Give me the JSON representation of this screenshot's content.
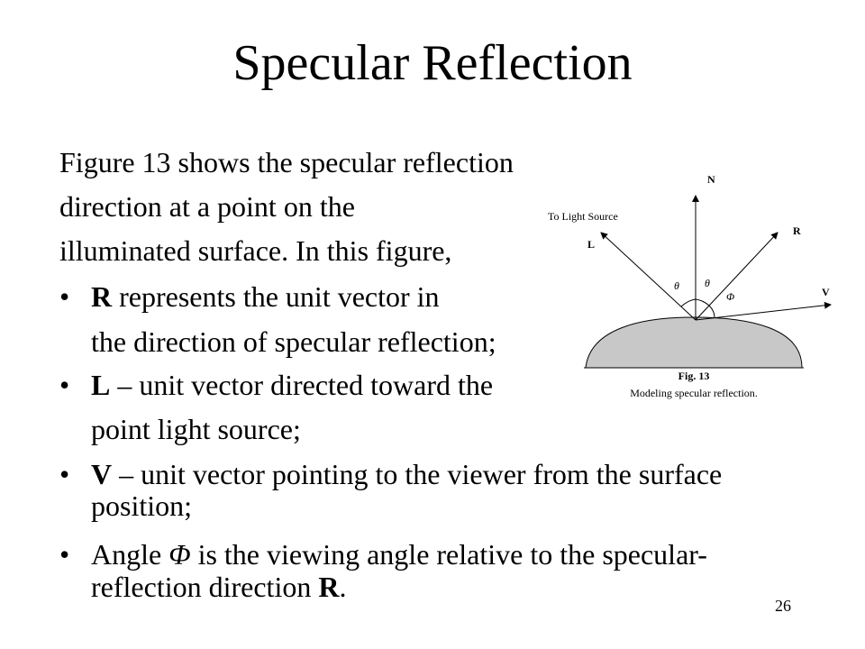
{
  "slide": {
    "title": "Specular Reflection",
    "page_number": "26"
  },
  "body": {
    "intro": [
      "Figure 13 shows the specular reflection",
      "direction at a point on the",
      "illuminated surface. In this figure,"
    ],
    "bullet_marker": "•",
    "bullets": [
      {
        "bold": "R",
        "text": " represents the unit vector in",
        "cont": "the direction of specular reflection;"
      },
      {
        "bold": "L",
        "text": " – unit vector directed toward the",
        "cont": "point light source;"
      },
      {
        "bold": "V",
        "text": " – unit vector pointing to the viewer from the surface",
        "cont": "position;"
      },
      {
        "pre": "Angle ",
        "sym": "Φ",
        "text": " is the viewing angle relative to the specular-",
        "cont_pre": "reflection direction ",
        "cont_bold": "R",
        "cont_post": "."
      }
    ]
  },
  "figure": {
    "label_N": "N",
    "label_R": "R",
    "label_L": "L",
    "label_V": "V",
    "label_source": "To Light Source",
    "theta": "θ",
    "phi": "Φ",
    "caption_title": "Fig. 13",
    "caption_text": "Modeling specular reflection.",
    "surface_color": "#c8c8c8"
  }
}
